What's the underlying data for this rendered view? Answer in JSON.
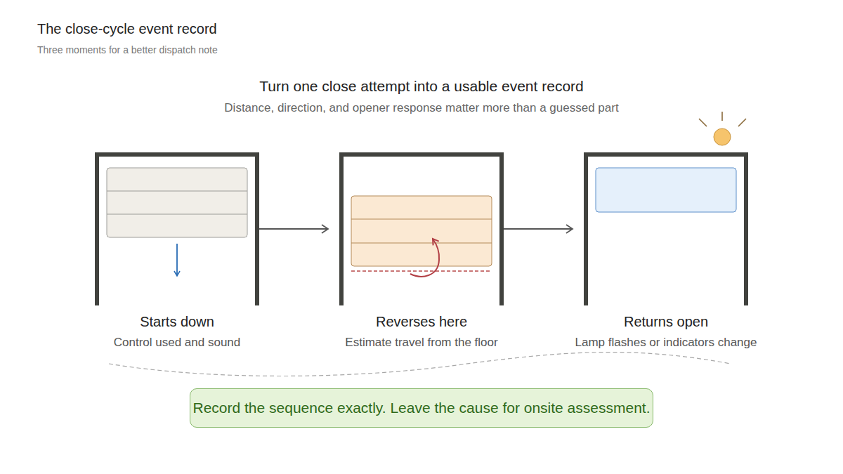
{
  "diagram": {
    "title": "The close-cycle event record",
    "nodes": [
      {
        "text": [
          "Starts down",
          "Control used and sound"
        ]
      },
      {
        "text": [
          "Reverses here",
          "Estimate travel from the floor"
        ]
      },
      {
        "text": [
          "Returns open",
          "Lamp flashes or indicators change"
        ]
      },
      {
        "text": [
          "Record the sequence exactly. Leave the cause for onsite assessment."
        ]
      }
    ],
    "edges": [
      {
        "from": 0,
        "to": 1,
        "arrow": "to"
      },
      {
        "from": 1,
        "to": 2,
        "arrow": "to"
      }
    ],
    "labels": [
      "Three moments for a better dispatch note",
      "Turn one close attempt into a usable event record",
      "Distance, direction, and opener response matter more than a guessed part"
    ]
  }
}
